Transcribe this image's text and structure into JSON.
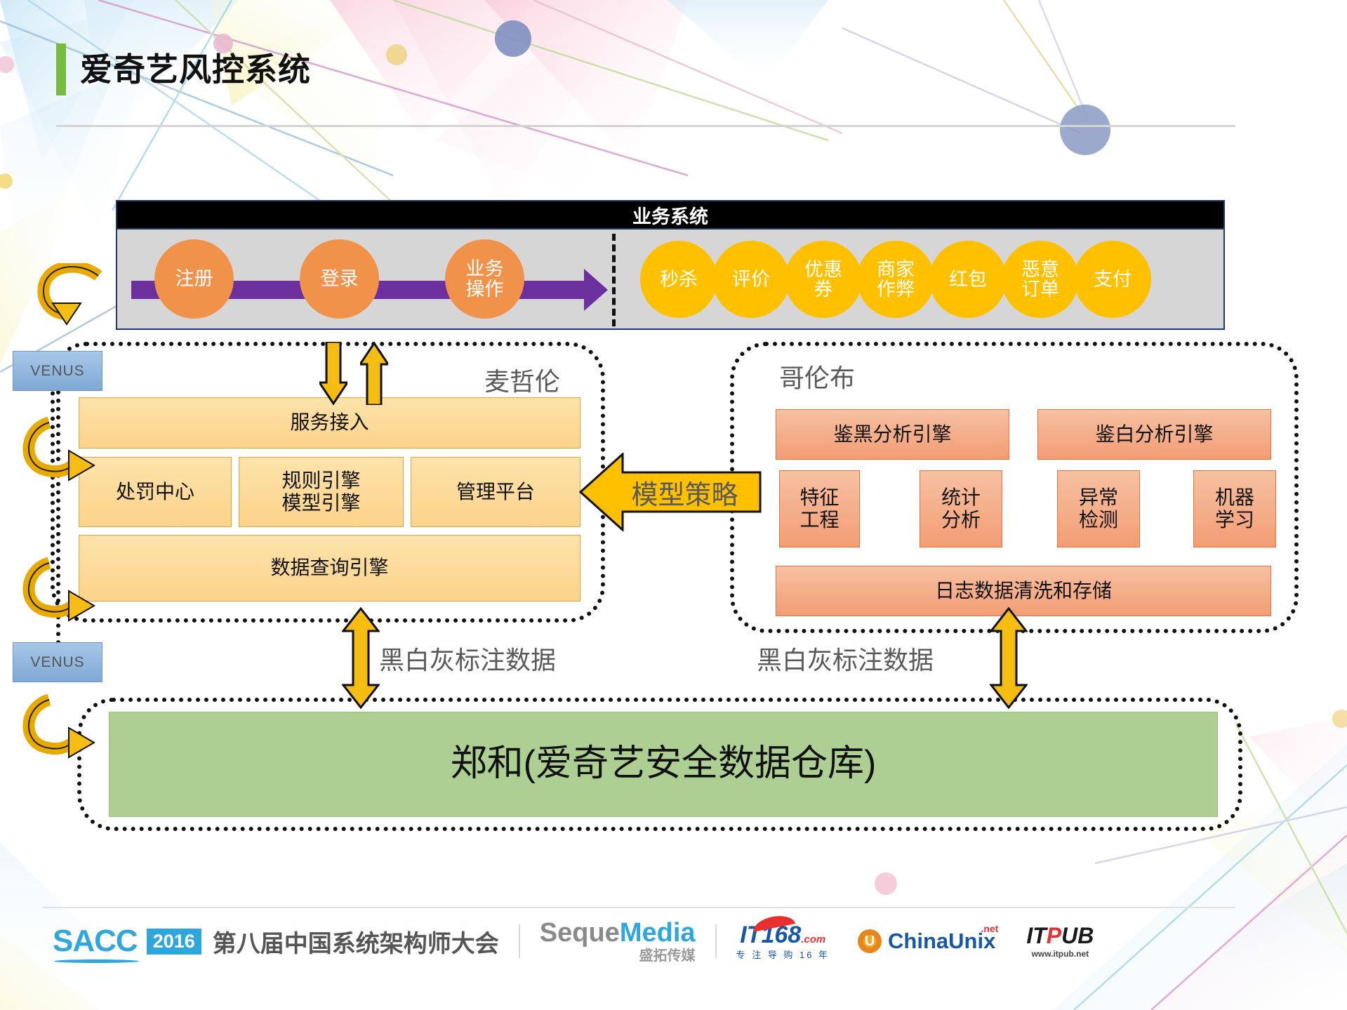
{
  "page": {
    "title": "爱奇艺风控系统",
    "accent_color": "#77bc3f"
  },
  "business_system": {
    "header_label": "业务系统",
    "header_bg": "#000000",
    "body_bg": "#d6d6d6",
    "flow_arrow_color": "#6c2f9e",
    "stage_circles": [
      {
        "label": "注册",
        "color": "#f0924a"
      },
      {
        "label": "登录",
        "color": "#f0924a"
      },
      {
        "label": "业务\n操作",
        "color": "#f0924a"
      }
    ],
    "risk_circles": [
      {
        "label": "秒杀",
        "color": "#ffc000"
      },
      {
        "label": "评价",
        "color": "#ffc000"
      },
      {
        "label": "优惠\n券",
        "color": "#ffc000"
      },
      {
        "label": "商家\n作弊",
        "color": "#ffc000"
      },
      {
        "label": "红包",
        "color": "#ffc000"
      },
      {
        "label": "恶意\n订单",
        "color": "#ffc000"
      },
      {
        "label": "支付",
        "color": "#ffc000"
      }
    ]
  },
  "venus_badges": [
    {
      "label": "VENUS"
    },
    {
      "label": "VENUS"
    }
  ],
  "magellan": {
    "name": "麦哲伦",
    "service_access": "服务接入",
    "modules": [
      {
        "label": "处罚中心"
      },
      {
        "label": "规则引擎\n模型引擎"
      },
      {
        "label": "管理平台"
      }
    ],
    "query_engine": "数据查询引擎"
  },
  "columbus": {
    "name": "哥伦布",
    "engines": [
      {
        "label": "鉴黑分析引擎"
      },
      {
        "label": "鉴白分析引擎"
      }
    ],
    "capabilities": [
      {
        "label": "特征\n工程"
      },
      {
        "label": "统计\n分析"
      },
      {
        "label": "异常\n检测"
      },
      {
        "label": "机器\n学习"
      }
    ],
    "storage": "日志数据清洗和存储"
  },
  "model_strategy_arrow": {
    "label": "模型策略",
    "color": "#ffc000",
    "direction": "left"
  },
  "data_labels": {
    "left": "黑白灰标注数据",
    "right": "黑白灰标注数据"
  },
  "warehouse": {
    "label": "郑和(爱奇艺安全数据仓库)",
    "color": "#adcf93"
  },
  "footer": {
    "sacc": "SACC",
    "year": "2016",
    "conference": "第八届中国系统架构师大会",
    "sponsors": [
      {
        "name_a": "Seque",
        "name_b": "Media",
        "sub": "盛拓传媒"
      },
      {
        "name": "IT168",
        "suffix": ".com",
        "sub": "专 注 导 购 16 年"
      },
      {
        "mark": "U",
        "name": "ChinaUnix",
        "suffix": ".net"
      },
      {
        "name_a": "IT",
        "name_b": "P",
        "name_c": "UB",
        "sub": "www.itpub.net"
      }
    ]
  }
}
